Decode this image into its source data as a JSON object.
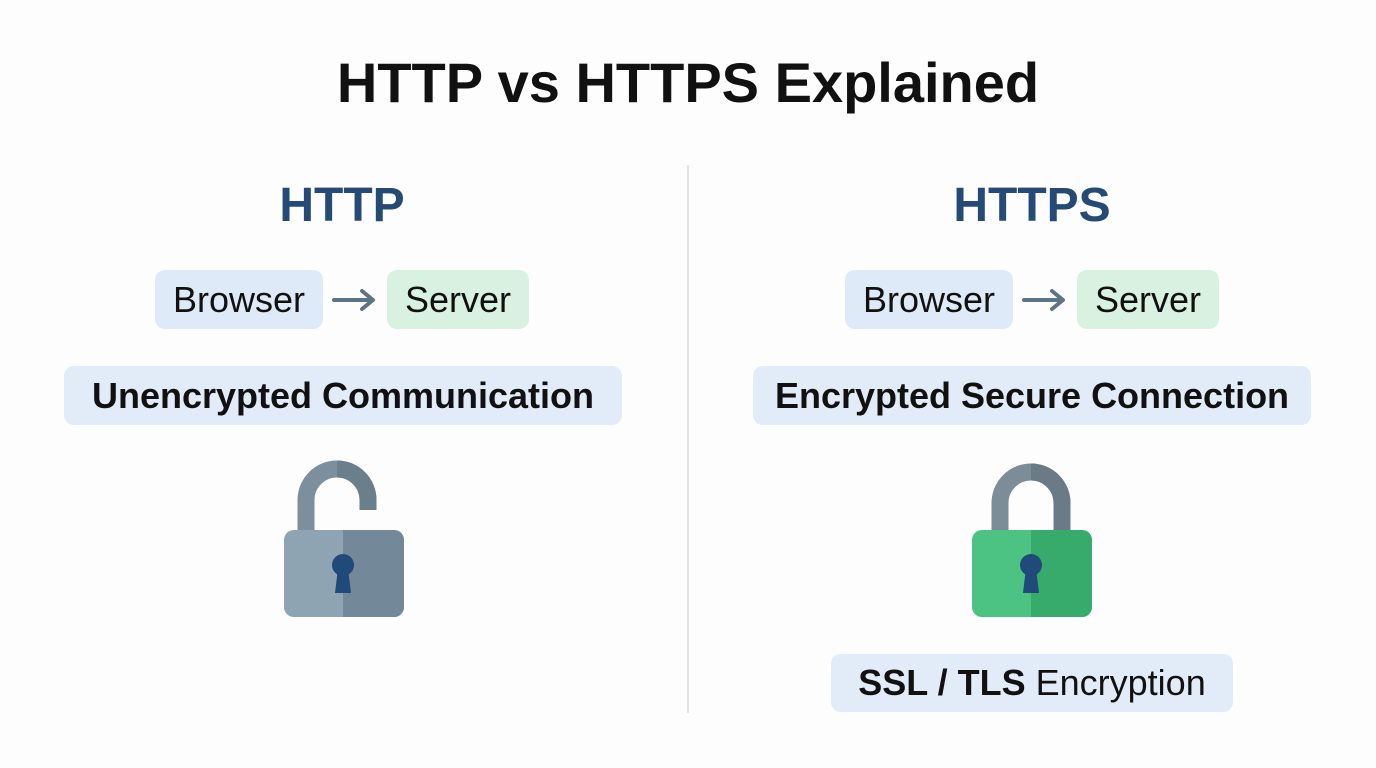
{
  "title": "HTTP vs HTTPS Explained",
  "http": {
    "heading": "HTTP",
    "flow": {
      "from": "Browser",
      "to": "Server",
      "arrow_icon": "arrow-right-icon"
    },
    "caption": "Unencrypted Communication",
    "lock_icon": "open-padlock-icon",
    "lock_color": "#7a92a3"
  },
  "https": {
    "heading": "HTTPS",
    "flow": {
      "from": "Browser",
      "to": "Server",
      "arrow_icon": "arrow-right-icon"
    },
    "caption": "Encrypted Secure Connection",
    "lock_icon": "closed-padlock-icon",
    "lock_color": "#3fbf79",
    "badge_bold": "SSL / TLS",
    "badge_rest": "Encryption"
  },
  "colors": {
    "heading": "#244a75",
    "browser_pill": "#dfeaf8",
    "server_pill": "#d8f1e0",
    "caption_bg": "#e1ecf8",
    "keyhole": "#1f4a7a"
  }
}
